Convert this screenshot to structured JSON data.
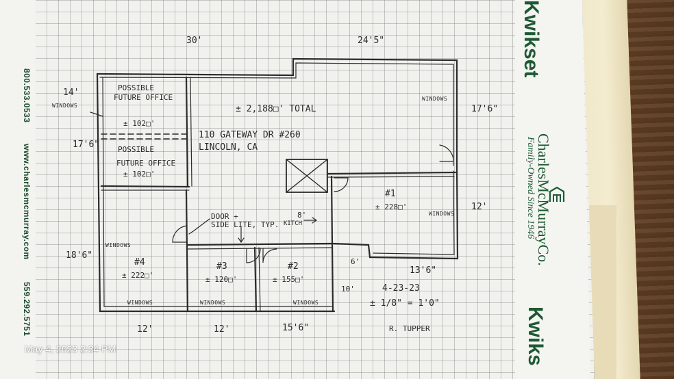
{
  "sheet": {
    "phone_top": "800.533.0533",
    "website": "www.charlesmcmurray.com",
    "phone_bottom": "559.292.5751",
    "brand_top": "Kwikset",
    "brand_bottom": "Kwiks",
    "company": "CharlesMcMurrayCo.",
    "tagline": "Family-Owned Since 1946",
    "logo_icon": "cm-logo-icon"
  },
  "plan": {
    "dim_top_left": "30'",
    "dim_top_right": "24'5\"",
    "dim_window_label_top": "14'",
    "windows_label_left_top": "WINDOWS",
    "dim_left_upper": "17'6\"",
    "dim_left_lower": "18'6\"",
    "dim_right_upper": "17'6\"",
    "dim_right_lower": "12'",
    "dim_bottom_1": "12'",
    "dim_bottom_2": "12'",
    "dim_bottom_3": "15'6\"",
    "dim_bottom_right": "13'6\"",
    "dim_6": "6'",
    "dim_10": "10'",
    "dim_8": "8'",
    "office_1_line1": "POSSIBLE",
    "office_1_line2": "FUTURE OFFICE",
    "office_1_area": "± 102□'",
    "office_2_line1": "POSSIBLE",
    "office_2_line2": "FUTURE OFFICE",
    "office_2_area": "± 102□'",
    "total": "± 2,188□' TOTAL",
    "address_line1": "110 GATEWAY DR #260",
    "address_line2": "LINCOLN, CA",
    "door_note_line1": "DOOR +",
    "door_note_line2": "SIDE LITE, TYP.",
    "kitchen": "KITCH",
    "room_1_label": "#1",
    "room_1_area": "± 228□'",
    "room_2_label": "#2",
    "room_2_area": "± 155□'",
    "room_3_label": "#3",
    "room_3_area": "± 120□'",
    "room_4_label": "#4",
    "room_4_area": "± 222□'",
    "windows_right_top": "WINDOWS",
    "windows_right_mid": "WINDOWS",
    "windows_left_mid": "WINDOWS",
    "windows_bottom_1": "WINDOWS",
    "windows_bottom_2": "WINDOWS",
    "windows_bottom_3": "WINDOWS",
    "date": "4-23-23",
    "scale": "± 1/8\" = 1'0\"",
    "author": "R. TUPPER"
  },
  "photo": {
    "timestamp": "May 4, 2023 2:34 PM"
  }
}
